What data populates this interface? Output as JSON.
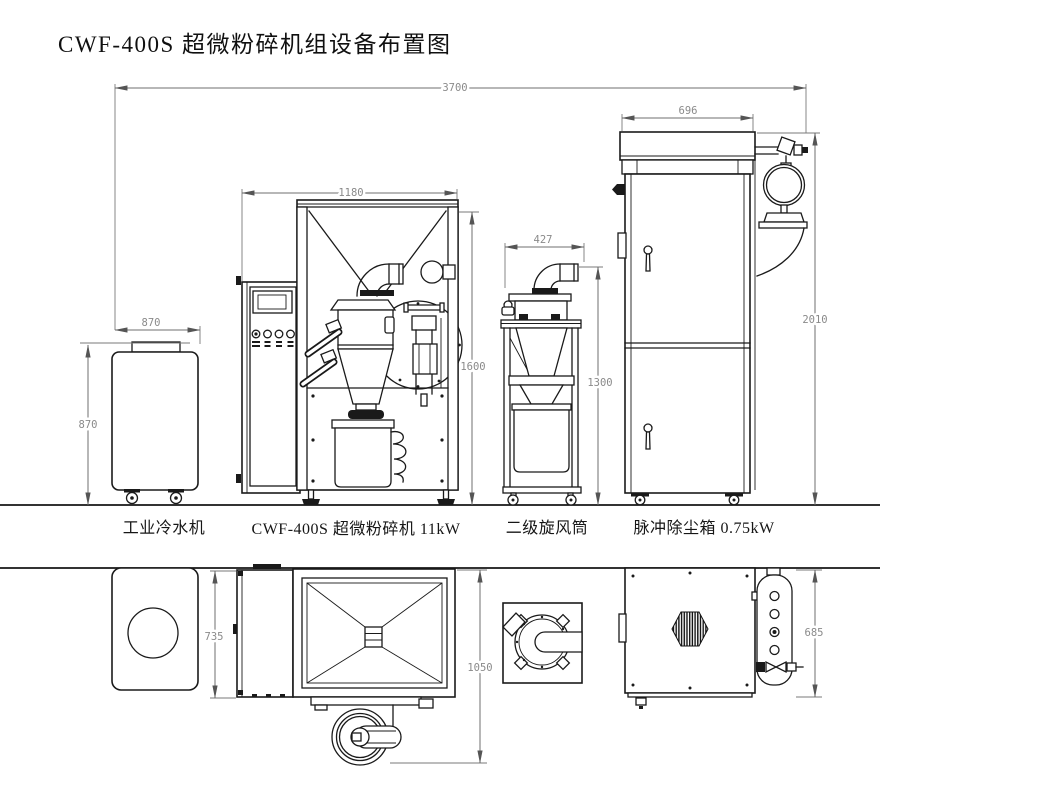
{
  "title": "CWF-400S 超微粉碎机组设备布置图",
  "colors": {
    "line": "#1a1a1a",
    "dimension": "#6f6f6f",
    "dimension_text": "#8a8a8a",
    "background": "#ffffff"
  },
  "front_view": {
    "overall_width_mm": "3700",
    "machines": {
      "chiller": {
        "label": "工业冷水机",
        "width_mm": "870",
        "height_mm": "870"
      },
      "grinder": {
        "label": "CWF-400S 超微粉碎机 11kW",
        "width_mm": "1180",
        "height_mm": "1600"
      },
      "cyclone": {
        "label": "二级旋风筒",
        "width_mm": "427",
        "height_mm": "1300"
      },
      "dust_collector": {
        "label": "脉冲除尘箱 0.75kW",
        "top_width_mm": "696",
        "height_mm": "2010"
      }
    }
  },
  "plan_view": {
    "grinder_depth_mm": "735",
    "grinder_overall_depth_mm": "1050",
    "dust_collector_depth_mm": "685"
  }
}
